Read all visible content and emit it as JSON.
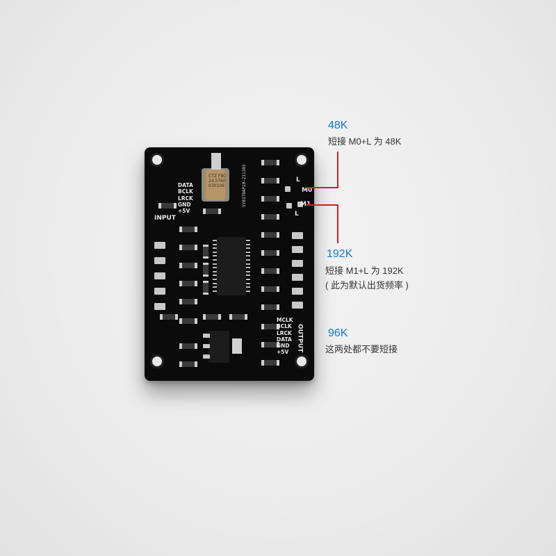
{
  "board": {
    "input_label": "INPUT",
    "input_pins": "DATA\nBCLK\nLRCK\nGND\n+5V",
    "output_label": "OUTPUT",
    "output_pins": "MCLK\nBCLK\nLRCK\nDATA\nGND\n+5V",
    "jumper_labels": {
      "l1": "L",
      "m0": "M0",
      "m1": "M1",
      "l2": "L"
    },
    "crystal_text": "CTZ F8C\n24.5760\n030106",
    "silk_serial": "SY8378AP10-211103"
  },
  "annotations": [
    {
      "title": "48K",
      "lines": [
        "短接 M0+L 为 48K"
      ]
    },
    {
      "title": "192K",
      "lines": [
        "短接 M1+L 为 192K",
        "( 此为默认出货频率 )"
      ]
    },
    {
      "title": "96K",
      "lines": [
        "这两处都不要短接"
      ]
    }
  ],
  "colors": {
    "accent_blue": "#1677c8",
    "pointer_red": "#d21e1e",
    "pcb": "#0b0b0c"
  }
}
